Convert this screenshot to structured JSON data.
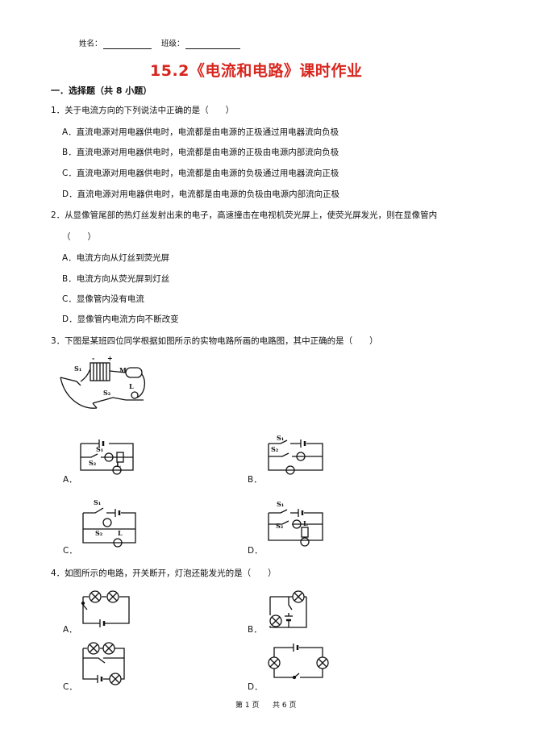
{
  "header": {
    "name_label": "姓名：",
    "class_label": "班级："
  },
  "title": "15.2《电流和电路》课时作业",
  "section": "一．选择题（共 8 小题）",
  "q1": {
    "stem": "1．关于电流方向的下列说法中正确的是（　　）",
    "options": [
      "A．直流电源对用电器供电时，电流都是由电源的正极通过用电器流向负极",
      "B．直流电源对用电器供电时，电流都是由电源的正极由电源内部流向负极",
      "C．直流电源对用电器供电时，电流都是由电源的负极通过用电器流向正极",
      "D．直流电源对用电器供电时，电流都是由电源的负极由电源内部流向正极"
    ]
  },
  "q2": {
    "stem": "2．从显像管尾部的热灯丝发射出来的电子，高速撞击在电视机荧光屏上，使荧光屏发光，则在显像管内",
    "stem2": "（　　）",
    "options": [
      "A．电流方向从灯丝到荧光屏",
      "B．电流方向从荧光屏到灯丝",
      "C．显像管内没有电流",
      "D．显像管内电流方向不断改变"
    ]
  },
  "q3": {
    "stem": "3．下图是某班四位同学根据如图所示的实物电路所画的电路图，其中正确的是（　　）",
    "labels": {
      "s1": "S₁",
      "s2": "S₂",
      "m": "M",
      "l": "L",
      "minus": "-",
      "plus": "+"
    },
    "options": [
      "A．",
      "B．",
      "C．",
      "D．"
    ]
  },
  "q4": {
    "stem": "4．如图所示的电路，开关断开，灯泡还能发光的是（　　）",
    "options": [
      "A．",
      "B．",
      "C．",
      "D．"
    ]
  },
  "footer": {
    "page": "第 1 页",
    "total": "共 6 页"
  }
}
